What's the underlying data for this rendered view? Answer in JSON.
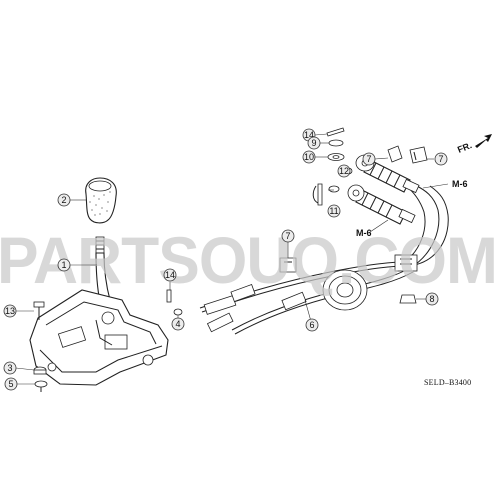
{
  "watermark": "PARTSOUQ.COM",
  "diagram_code": "SELD–B3400",
  "direction_label": "FR.",
  "size_labels": [
    {
      "id": "m6-upper",
      "text": "M-6"
    },
    {
      "id": "m6-lower",
      "text": "M-6"
    }
  ],
  "callouts": [
    {
      "id": "c2",
      "label": "2"
    },
    {
      "id": "c1",
      "label": "1"
    },
    {
      "id": "c13",
      "label": "13"
    },
    {
      "id": "c3",
      "label": "3"
    },
    {
      "id": "c5",
      "label": "5"
    },
    {
      "id": "c14a",
      "label": "14"
    },
    {
      "id": "c4",
      "label": "4"
    },
    {
      "id": "c6",
      "label": "6"
    },
    {
      "id": "c7a",
      "label": "7"
    },
    {
      "id": "c14b",
      "label": "14"
    },
    {
      "id": "c9",
      "label": "9"
    },
    {
      "id": "c10",
      "label": "10"
    },
    {
      "id": "c12",
      "label": "12"
    },
    {
      "id": "c11",
      "label": "11"
    },
    {
      "id": "c7b",
      "label": "7"
    },
    {
      "id": "c7c",
      "label": "7"
    },
    {
      "id": "c8",
      "label": "8"
    }
  ]
}
